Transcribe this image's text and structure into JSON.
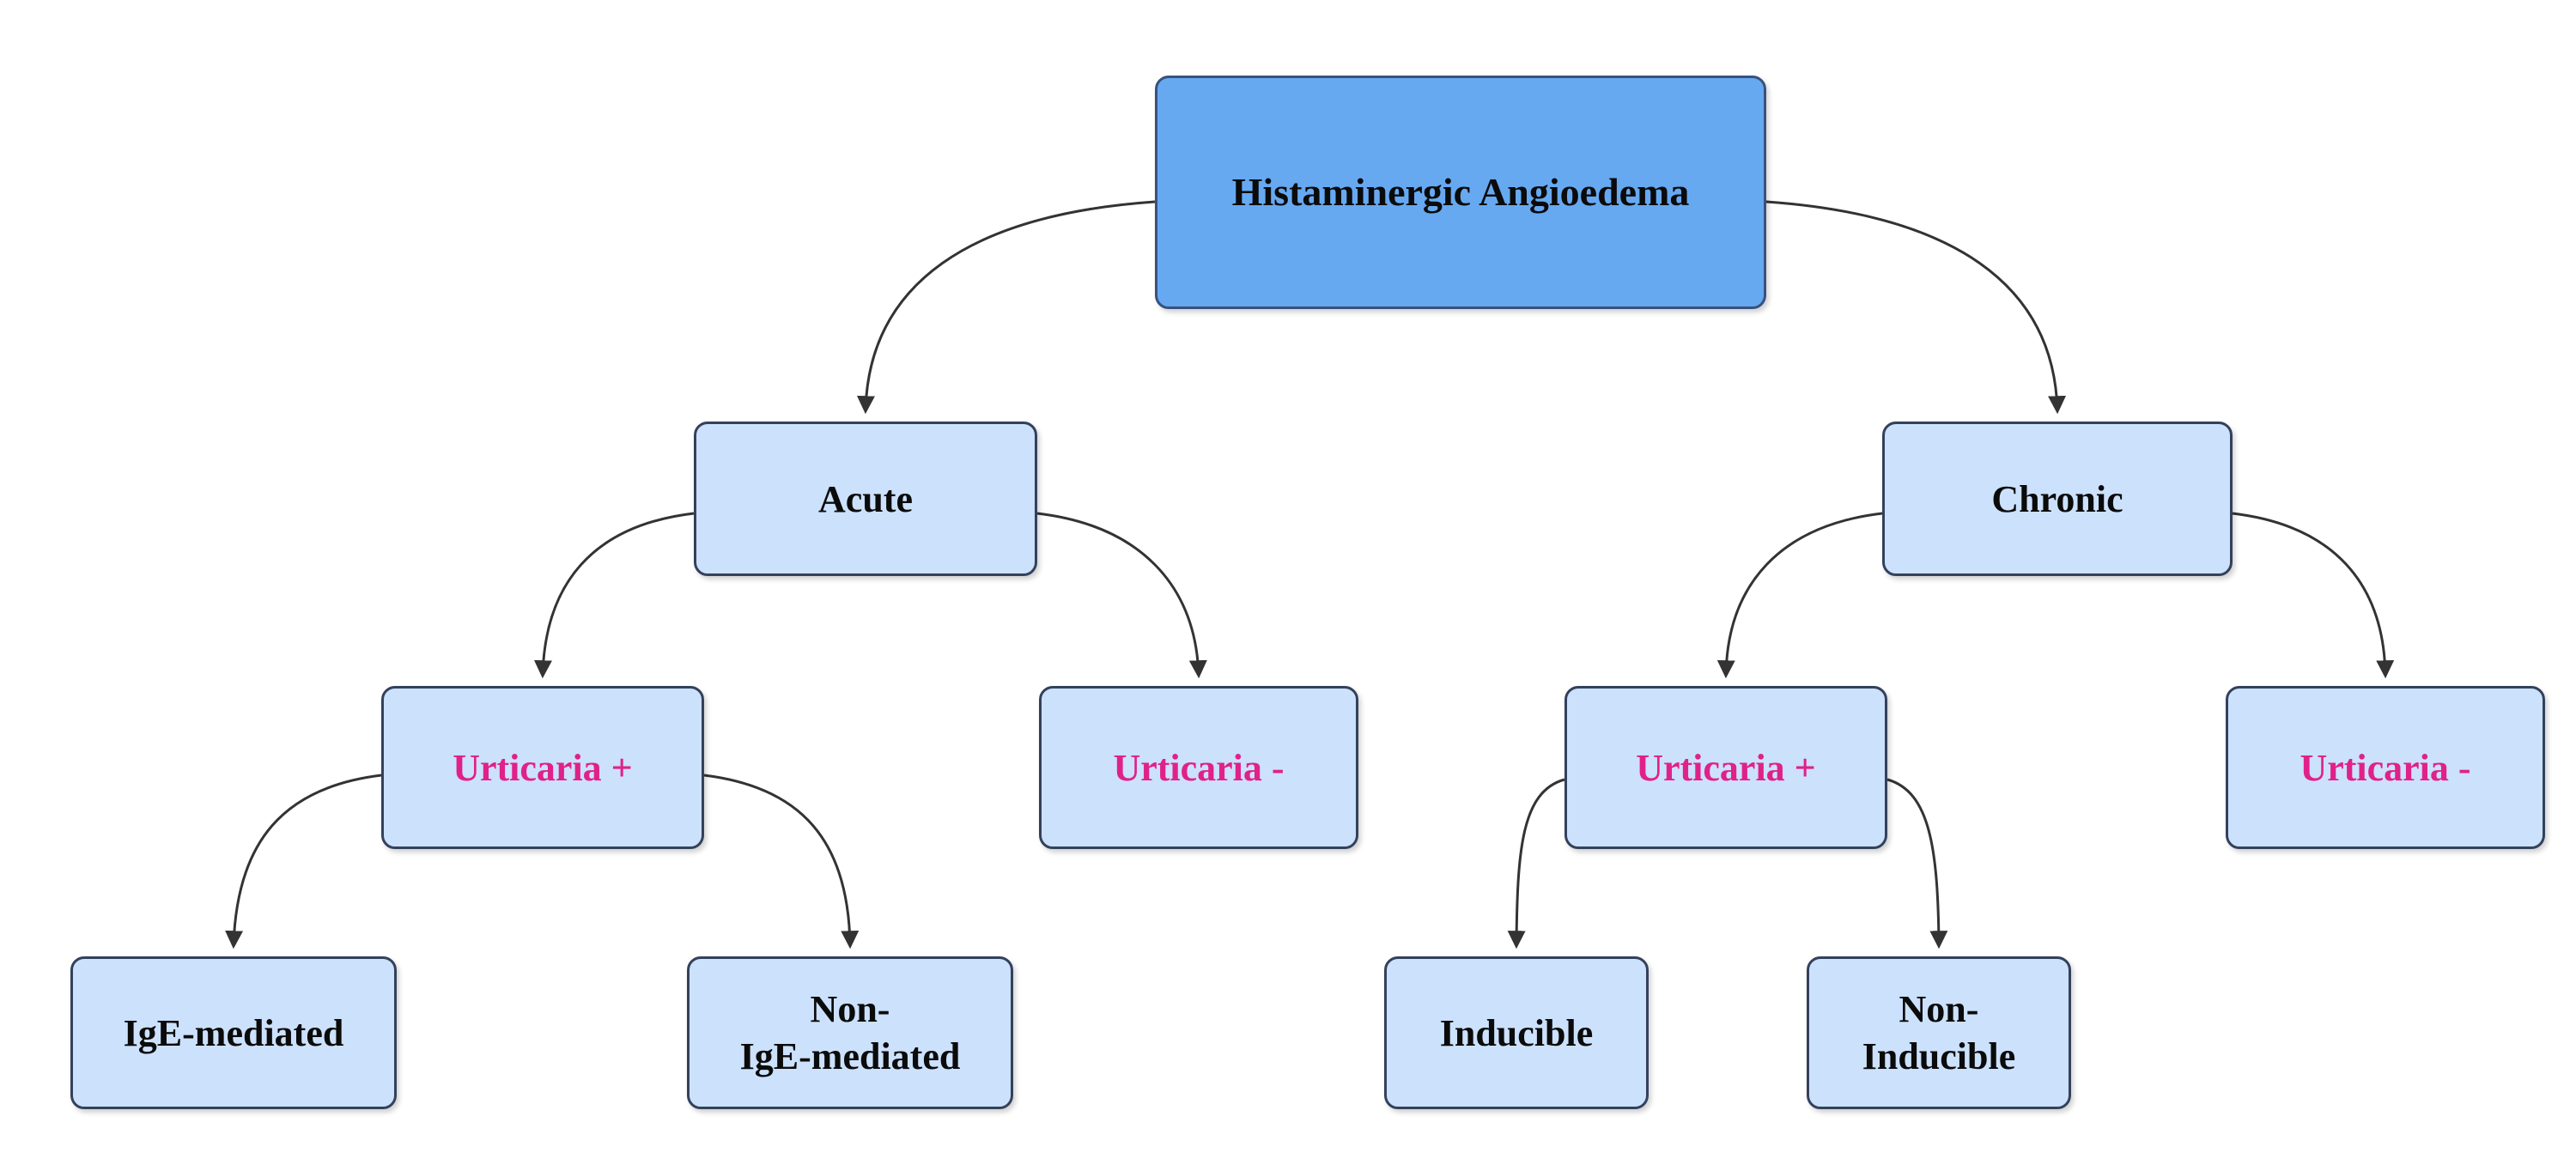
{
  "diagram": {
    "title": "Histaminergic Angioedema classification flowchart",
    "nodes": [
      {
        "id": "root",
        "label": "Histaminergic Angioedema",
        "emphasis": "root"
      },
      {
        "id": "acute",
        "label": "Acute"
      },
      {
        "id": "chronic",
        "label": "Chronic"
      },
      {
        "id": "urticaria-plus-acute",
        "label": "Urticaria +",
        "text_color": "#e0218a"
      },
      {
        "id": "urticaria-minus-acute",
        "label": "Urticaria -",
        "text_color": "#e0218a"
      },
      {
        "id": "urticaria-plus-chronic",
        "label": "Urticaria +",
        "text_color": "#e0218a"
      },
      {
        "id": "urticaria-minus-chronic",
        "label": "Urticaria -",
        "text_color": "#e0218a"
      },
      {
        "id": "ige-mediated",
        "label": "IgE-mediated"
      },
      {
        "id": "non-ige-mediated",
        "label": "Non-\nIgE-mediated"
      },
      {
        "id": "inducible",
        "label": "Inducible"
      },
      {
        "id": "non-inducible",
        "label": "Non-\nInducible"
      }
    ],
    "edges": [
      {
        "from": "root",
        "to": "acute"
      },
      {
        "from": "root",
        "to": "chronic"
      },
      {
        "from": "acute",
        "to": "urticaria-plus-acute"
      },
      {
        "from": "acute",
        "to": "urticaria-minus-acute"
      },
      {
        "from": "chronic",
        "to": "urticaria-plus-chronic"
      },
      {
        "from": "chronic",
        "to": "urticaria-minus-chronic"
      },
      {
        "from": "urticaria-plus-acute",
        "to": "ige-mediated"
      },
      {
        "from": "urticaria-plus-acute",
        "to": "non-ige-mediated"
      },
      {
        "from": "urticaria-plus-chronic",
        "to": "inducible"
      },
      {
        "from": "urticaria-plus-chronic",
        "to": "non-inducible"
      }
    ],
    "colors": {
      "root_fill": "#66a9f1",
      "root_border": "#39517d",
      "node_fill": "#cce1fb",
      "node_border": "#33415c",
      "edge": "#333333",
      "text": "#0b0b0b",
      "urticaria_text": "#e0218a",
      "background": "#ffffff"
    }
  }
}
